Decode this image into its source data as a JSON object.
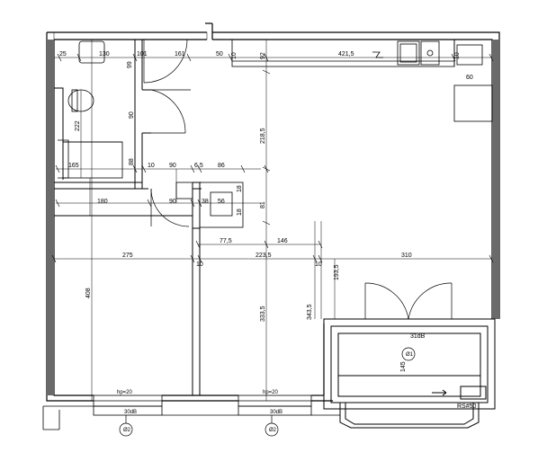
{
  "plan": {
    "dimensions": {
      "d25": "25",
      "d130": "130",
      "d99": "99",
      "d101a": "101",
      "d161": "161",
      "d50a": "50",
      "d10a": "10",
      "d92": "92",
      "d4215": "421,5",
      "d10b": "10",
      "d60": "60",
      "d222": "222",
      "d90v": "90",
      "d2185": "218,5",
      "d165": "165",
      "d88": "88",
      "d10c": "10",
      "d90h": "90",
      "d65": "6,5",
      "d86": "86",
      "d180": "180",
      "d90b": "90",
      "d38": "38",
      "d56": "56",
      "d18a": "18",
      "d18b": "18",
      "d81": "81",
      "d775": "77,5",
      "d146": "146",
      "d275": "275",
      "d10d": "10",
      "d2235": "223,5",
      "d10e": "10",
      "d310": "310",
      "d1935": "193,5",
      "d408": "408",
      "d3335": "333,5",
      "d3435": "343,5",
      "d31dB": "31dB",
      "d145": "145",
      "rs": "RS#50"
    },
    "labels": {
      "hp1": "hp=20",
      "hp2": "hp=20",
      "db1": "30dB",
      "db2": "30dB",
      "circle1": "Ø2",
      "circle2": "Ø2",
      "circle3": "Ø1"
    }
  }
}
